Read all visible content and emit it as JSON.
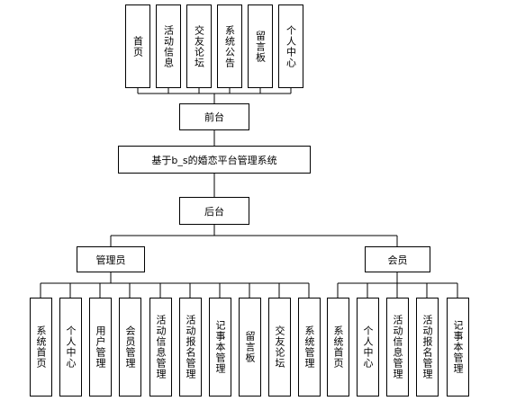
{
  "diagram": {
    "root": "基于b_s的婚恋平台管理系统",
    "frontend": {
      "label": "前台",
      "items": [
        "首页",
        "活动信息",
        "交友论坛",
        "系统公告",
        "留言板",
        "个人中心"
      ]
    },
    "backend": {
      "label": "后台",
      "admin": {
        "label": "管理员",
        "items": [
          "系统首页",
          "个人中心",
          "用户管理",
          "会员管理",
          "活动信息管理",
          "活动报名管理",
          "记事本管理",
          "留言板",
          "交友论坛",
          "系统管理"
        ]
      },
      "member": {
        "label": "会员",
        "items": [
          "系统首页",
          "个人中心",
          "活动信息管理",
          "活动报名管理",
          "记事本管理"
        ]
      }
    }
  }
}
